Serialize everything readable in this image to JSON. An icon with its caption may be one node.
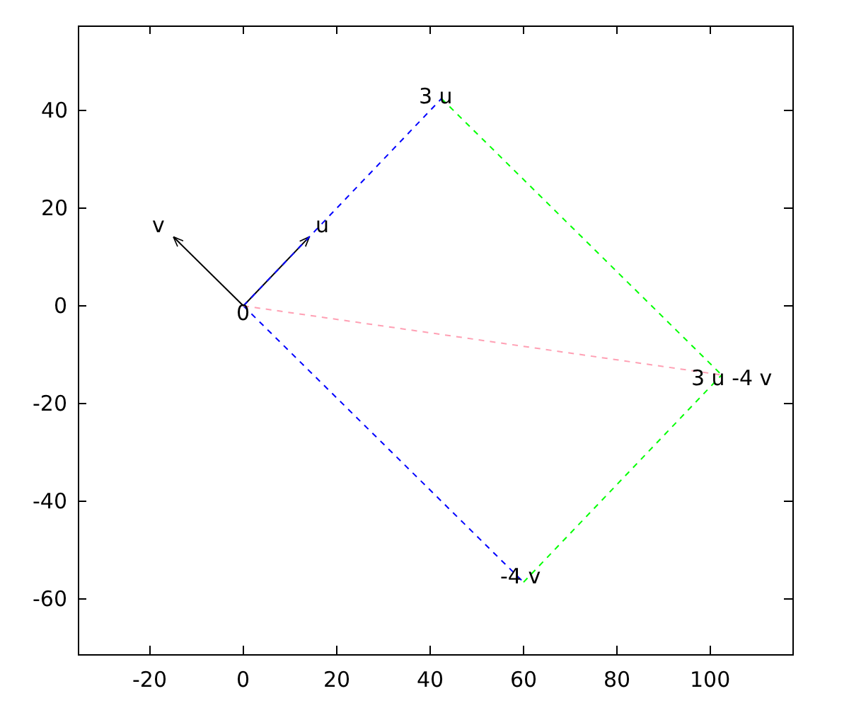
{
  "diagram": {
    "nodes": [
      {
        "text": [
          "0"
        ]
      },
      {
        "text": [
          "u"
        ]
      },
      {
        "text": [
          "v"
        ]
      },
      {
        "text": [
          "3 u"
        ]
      },
      {
        "text": [
          "-4 v"
        ]
      },
      {
        "text": [
          "3 u -4 v"
        ]
      }
    ],
    "edges": [
      {
        "from": 0,
        "to": 1,
        "arrow": "to"
      },
      {
        "from": 0,
        "to": 2,
        "arrow": "to"
      },
      {
        "from": 0,
        "to": 3,
        "arrow": "none",
        "style": "dashed",
        "color": "#0000ff"
      },
      {
        "from": 0,
        "to": 4,
        "arrow": "none",
        "style": "dashed",
        "color": "#0000ff"
      },
      {
        "from": 3,
        "to": 5,
        "arrow": "none",
        "style": "dashed",
        "color": "#00ff00"
      },
      {
        "from": 4,
        "to": 5,
        "arrow": "none",
        "style": "dashed",
        "color": "#00ff00"
      },
      {
        "from": 0,
        "to": 5,
        "arrow": "none",
        "style": "dashed",
        "color": "#ffa0b4"
      }
    ],
    "labels": [
      "40",
      "20",
      "0",
      "-20",
      "-40",
      "-60",
      "-20",
      "0",
      "20",
      "40",
      "60",
      "80",
      "100"
    ]
  }
}
